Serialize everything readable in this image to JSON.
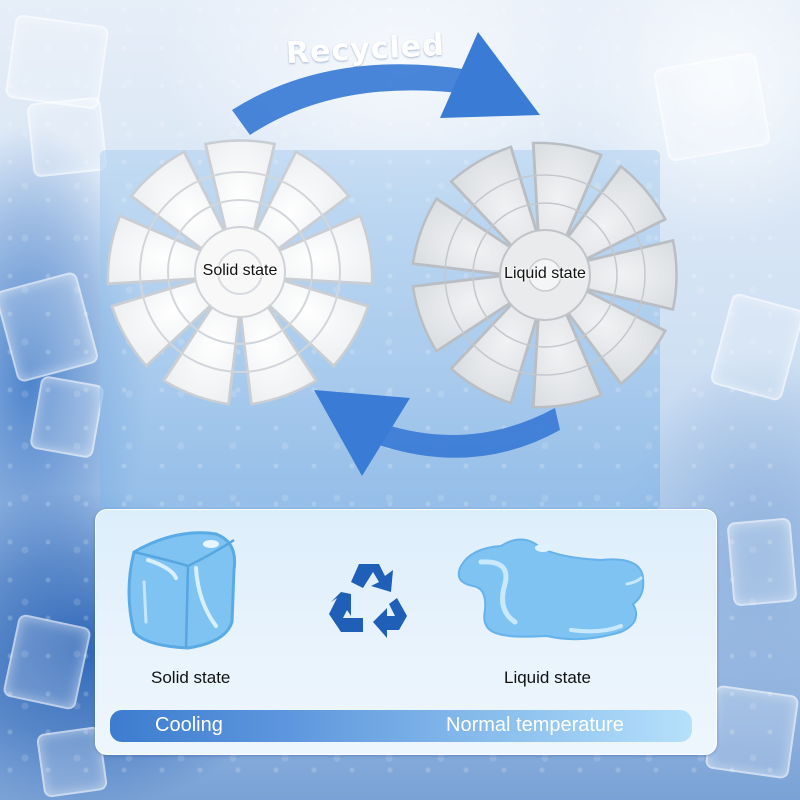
{
  "header": {
    "recycled_label": "Recycled"
  },
  "flowers": {
    "solid": {
      "label": "Solid state"
    },
    "liquid": {
      "label": "Liquid state"
    }
  },
  "card": {
    "solid_label": "Solid state",
    "liquid_label": "Liquid state",
    "icons": [
      "ice-cube-icon",
      "recycle-icon",
      "water-puddle-icon"
    ],
    "bar": {
      "left_label": "Cooling",
      "right_label": "Normal temperature"
    }
  },
  "colors": {
    "arrow_blue": "#3a7bd5",
    "recycle_blue": "#1f5fb8",
    "ice_blue": "#7ec3f2",
    "bar_start": "#3c7ccf",
    "bar_end": "#b6e0fb",
    "text_dark": "#111111"
  }
}
